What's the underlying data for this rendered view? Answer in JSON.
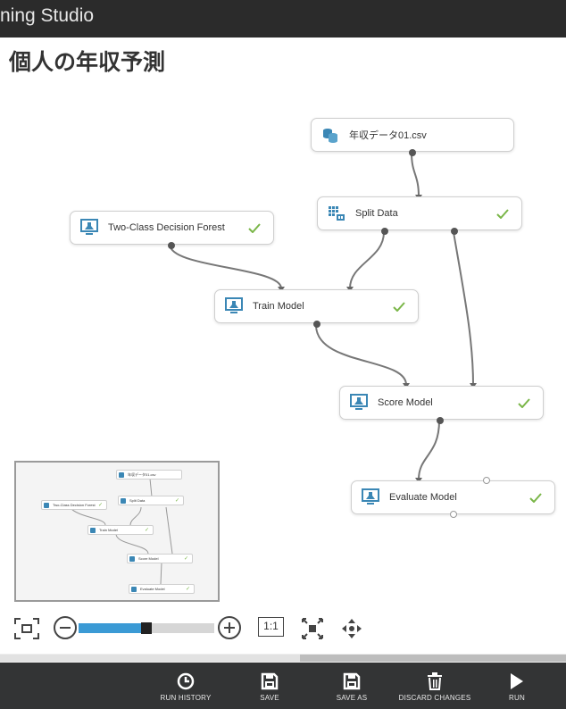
{
  "header": {
    "app_title": "ning Studio"
  },
  "experiment": {
    "title": "個人の年収予測"
  },
  "modules": [
    {
      "label": "年収データ01.csv",
      "icon": "dataset-icon",
      "status": ""
    },
    {
      "label": "Split Data",
      "icon": "split-data-icon",
      "status": "completed"
    },
    {
      "label": "Two-Class Decision Forest",
      "icon": "model-icon",
      "status": "completed"
    },
    {
      "label": "Train Model",
      "icon": "model-icon",
      "status": "completed"
    },
    {
      "label": "Score Model",
      "icon": "model-icon",
      "status": "completed"
    },
    {
      "label": "Evaluate Model",
      "icon": "model-icon",
      "status": "completed"
    }
  ],
  "minimap": {
    "nodes": [
      "年収データ01.csv",
      "Split Data",
      "Two-Class Decision Forest",
      "Train Model",
      "Score Model",
      "Evaluate Model"
    ]
  },
  "zoom": {
    "zoom_out_icon": "minus-circle-icon",
    "zoom_in_icon": "plus-circle-icon",
    "fit_icon": "fit-to-screen-icon",
    "actual_size_label": "1:1",
    "zoom_level_fraction": 0.5
  },
  "toolbar": {
    "run_history": "RUN HISTORY",
    "save": "SAVE",
    "save_as": "SAVE AS",
    "discard_changes": "DISCARD CHANGES",
    "run": "RUN"
  },
  "colors": {
    "accent": "#3b9ad5",
    "check": "#7ab648",
    "header_bg": "#2b2b2b",
    "toolbar_bg": "#333435"
  }
}
